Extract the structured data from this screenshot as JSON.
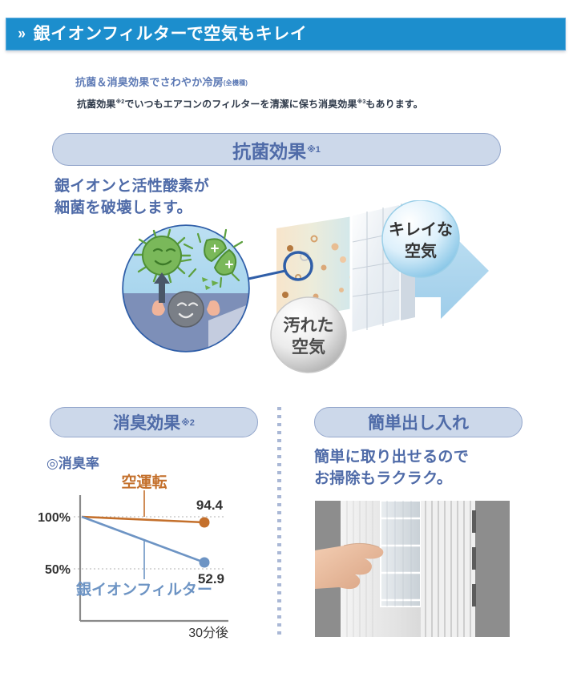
{
  "header": {
    "chevron_icon": "double-chevron-right-icon",
    "title": "銀イオンフィルターで空気もキレイ"
  },
  "intro": {
    "heading": "抗菌＆消臭効果でさわやか冷房",
    "heading_note": "(全機種)",
    "body_before": "抗菌効果",
    "body_note1": "※2",
    "body_middle": "でいつもエアコンのフィルターを清潔に保ち消臭効果",
    "body_note2": "※3",
    "body_after": "もあります。"
  },
  "sections": {
    "antibacterial": {
      "pill_label": "抗菌効果",
      "pill_note": "※1",
      "lead_line1": "銀イオンと活性酸素が",
      "lead_line2": "細菌を破壊します。",
      "dirty_air_label_line1": "汚れた",
      "dirty_air_label_line2": "空気",
      "clean_air_label_line1": "キレイな",
      "clean_air_label_line2": "空気"
    },
    "deodorizing": {
      "pill_label": "消臭効果",
      "pill_note": "※2",
      "chart_caption": "◎消臭率"
    },
    "easy_removal": {
      "pill_label": "簡単出し入れ",
      "lead_line1": "簡単に取り出せるので",
      "lead_line2": "お掃除もラクラク。",
      "photo_alt": "filter-removal-photo"
    }
  },
  "chart_data": {
    "type": "line",
    "title": "◎消臭率",
    "xlabel": "30分後",
    "ylabel": "",
    "x": [
      0,
      1
    ],
    "ylim": [
      0,
      110
    ],
    "ytick_labels": [
      "100%",
      "50%"
    ],
    "ytick_values": [
      100,
      50
    ],
    "xtick_labels": [
      "",
      "30分後"
    ],
    "grid": true,
    "legend_position": "inline",
    "series": [
      {
        "name": "空運転",
        "color": "#c4702c",
        "values": [
          100,
          94.4
        ],
        "end_label": "94.4"
      },
      {
        "name": "銀イオンフィルター",
        "color": "#6d94c4",
        "values": [
          100,
          52.9
        ],
        "end_label": "52.9"
      }
    ]
  },
  "colors": {
    "header_blue": "#1c8ecd",
    "pill_fill": "#ccd8ea",
    "pill_border": "#93a6cb",
    "text_blue": "#4f6ba8",
    "series_orange": "#c4702c",
    "series_blue": "#6d94c4"
  }
}
